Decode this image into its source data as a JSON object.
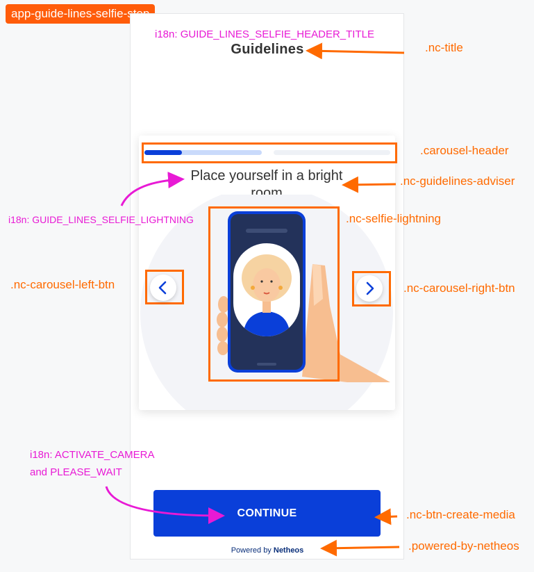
{
  "component_tag": "app-guide-lines-selfie-step",
  "header": {
    "i18n_key": "i18n: GUIDE_LINES_SELFIE_HEADER_TITLE",
    "title": "Guidelines"
  },
  "carousel": {
    "progress": [
      0.32,
      0,
      0
    ],
    "adviser_i18n_key": "i18n: GUIDE_LINES_SELFIE_LIGHTNING",
    "adviser_text": "Place yourself in a bright room"
  },
  "cta": {
    "i18n_line1": "i18n: ACTIVATE_CAMERA",
    "i18n_line2": "and PLEASE_WAIT",
    "label": "CONTINUE"
  },
  "powered": {
    "prefix": "Powered by",
    "brand": "Netheos"
  },
  "annotations": {
    "title": ".nc-title",
    "carousel_header": ".carousel-header",
    "adviser": ".nc-guidelines-adviser",
    "selfie": ".nc-selfie-lightning",
    "left_btn": ".nc-carousel-left-btn",
    "right_btn": ".nc-carousel-right-btn",
    "cta": ".nc-btn-create-media",
    "powered": ".powered-by-netheos"
  },
  "colors": {
    "accent": "#0a3fd9",
    "annotation_orange": "#ff6a00",
    "annotation_pink": "#e81ad5"
  }
}
